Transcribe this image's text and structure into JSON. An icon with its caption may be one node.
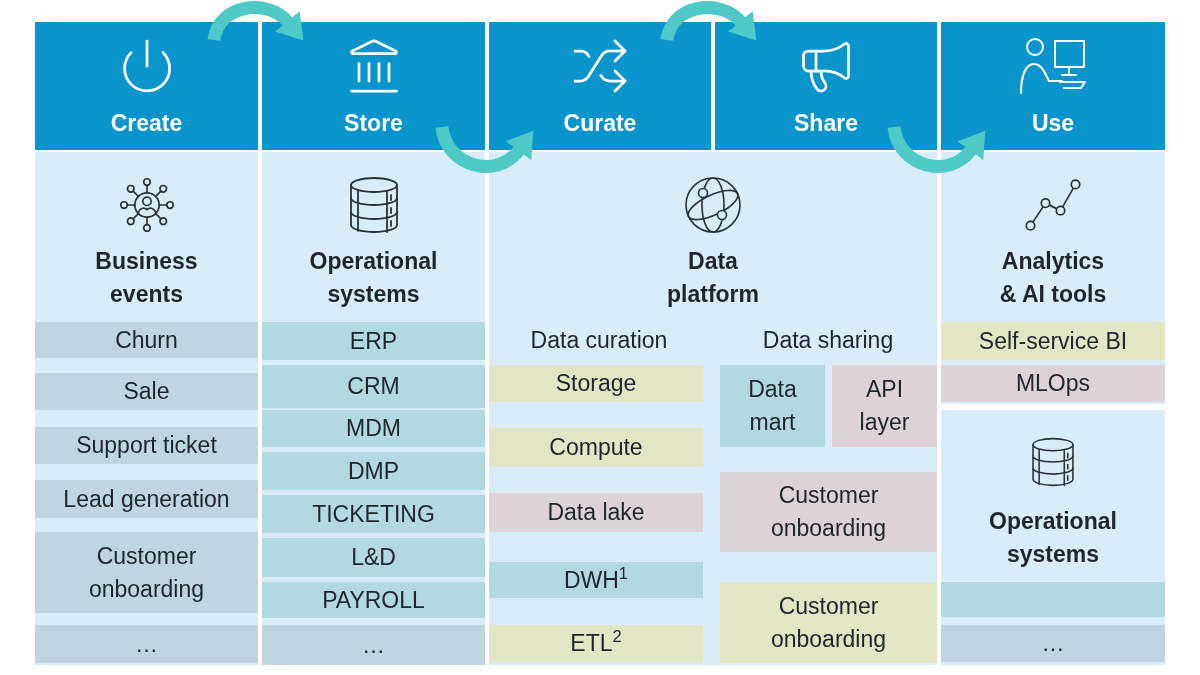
{
  "diagram": {
    "nodes": [
      {
        "text": [
          "Create"
        ]
      },
      {
        "text": [
          "Store"
        ]
      },
      {
        "text": [
          "Curate"
        ]
      },
      {
        "text": [
          "Share"
        ]
      },
      {
        "text": [
          "Use"
        ]
      },
      {
        "text": [
          "Business events"
        ]
      },
      {
        "text": [
          "Churn"
        ],
        "in": 5
      },
      {
        "text": [
          "Sale"
        ],
        "in": 5
      },
      {
        "text": [
          "Support ticket"
        ],
        "in": 5
      },
      {
        "text": [
          "Lead generation"
        ],
        "in": 5
      },
      {
        "text": [
          "Customer onboarding"
        ],
        "in": 5
      },
      {
        "text": [
          "…"
        ],
        "in": 5
      },
      {
        "text": [
          "Operational systems"
        ]
      },
      {
        "text": [
          "ERP"
        ],
        "in": 12
      },
      {
        "text": [
          "CRM"
        ],
        "in": 12
      },
      {
        "text": [
          "MDM"
        ],
        "in": 12
      },
      {
        "text": [
          "DMP"
        ],
        "in": 12
      },
      {
        "text": [
          "TICKETING"
        ],
        "in": 12
      },
      {
        "text": [
          "L&D"
        ],
        "in": 12
      },
      {
        "text": [
          "PAYROLL"
        ],
        "in": 12
      },
      {
        "text": [
          "…"
        ],
        "in": 12
      },
      {
        "text": [
          "Data platform"
        ]
      },
      {
        "text": [
          "Storage"
        ],
        "in": 21
      },
      {
        "text": [
          "Compute"
        ],
        "in": 21
      },
      {
        "text": [
          "Data lake"
        ],
        "in": 21
      },
      {
        "text": [
          "DWH$^{1}$"
        ],
        "in": 21
      },
      {
        "text": [
          "ETL$^{2}$"
        ],
        "in": 21
      },
      {
        "text": [
          "Data mart"
        ],
        "in": 21
      },
      {
        "text": [
          "API layer"
        ],
        "in": 21
      },
      {
        "text": [
          "Customer onboarding"
        ],
        "in": 21
      },
      {
        "text": [
          "Customer onboarding"
        ],
        "in": 21
      },
      {
        "text": [
          "Analytics & AI tools"
        ]
      },
      {
        "text": [
          "Self-service BI"
        ],
        "in": 31
      },
      {
        "text": [
          "MLOps"
        ],
        "in": 31
      },
      {
        "text": [
          "Operational systems"
        ]
      },
      {
        "text": [],
        "shape": "box",
        "in": 34
      },
      {
        "text": [
          "…"
        ],
        "in": 34
      }
    ],
    "edges": [
      {
        "from": 0,
        "to": 1,
        "arrow": "to"
      },
      {
        "from": 1,
        "to": 2,
        "arrow": "to"
      },
      {
        "from": 2,
        "to": 3,
        "arrow": "to"
      },
      {
        "from": 3,
        "to": 4,
        "arrow": "to"
      }
    ],
    "labels": [
      "Data curation",
      "Data sharing"
    ]
  }
}
